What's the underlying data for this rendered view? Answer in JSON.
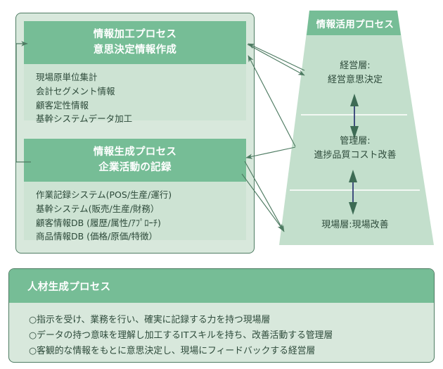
{
  "colors": {
    "header_green": "#76bd96",
    "body_green": "#cde3d3",
    "panel_bg": "#d8e8dc",
    "trapezoid_body": "#c3dfcc",
    "border_dark": "#4e7b62",
    "arrow_green": "#4e7b62",
    "arrow_navy": "#1f2a6b",
    "text_dark": "#2d4a3a",
    "text_light": "#ffffff"
  },
  "left_panel": {
    "boxes": [
      {
        "title_line1": "情報加工プロセス",
        "title_line2": "意思決定情報作成",
        "items": [
          "現場原単位集計",
          "会計セグメント情報",
          "顧客定性情報",
          "基幹システムデータ加工"
        ]
      },
      {
        "title_line1": "情報生成プロセス",
        "title_line2": "企業活動の記録",
        "items": [
          "作業記録システム(POS/生産/運行)",
          "基幹システム(販売/生産/財務）",
          "顧客情報DB (履歴/属性/ｱﾌﾟﾛｰﾁ)",
          "商品情報DB (価格/原価/特徴）"
        ]
      }
    ]
  },
  "trapezoid": {
    "header": "情報活用プロセス",
    "layers": [
      {
        "line1": "経営層:",
        "line2": "経営意思決定"
      },
      {
        "line1": "管理層:",
        "line2": "進捗品質コスト改善"
      },
      {
        "line1": "現場層:現場改善",
        "line2": ""
      }
    ]
  },
  "bottom_panel": {
    "header": "人材生成プロセス",
    "items": [
      "○指示を受け、業務を行い、確実に記録する力を持つ現場層",
      "○データの持つ意味を理解し加工するITスキルを持ち、改善活動する管理層",
      "○客観的な情報をもとに意思決定し、現場にフィードバックする経営層"
    ]
  }
}
